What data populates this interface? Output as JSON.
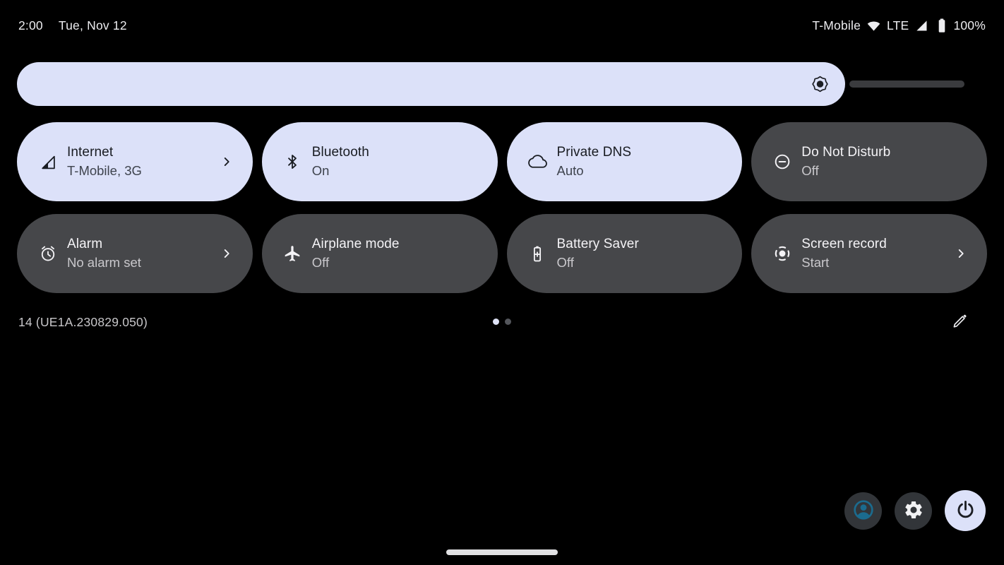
{
  "status_bar": {
    "time": "2:00",
    "date": "Tue, Nov 12",
    "carrier": "T-Mobile",
    "network_type": "LTE",
    "battery_percent": "100%",
    "icons": [
      "wifi-icon",
      "cellular-signal-icon",
      "battery-icon"
    ]
  },
  "brightness": {
    "level_percent": 87,
    "icon": "brightness-icon"
  },
  "tiles": [
    {
      "id": "internet",
      "icon": "cellular-signal-icon",
      "title": "Internet",
      "subtitle": "T-Mobile, 3G",
      "state": "active",
      "chevron": true
    },
    {
      "id": "bluetooth",
      "icon": "bluetooth-icon",
      "title": "Bluetooth",
      "subtitle": "On",
      "state": "active",
      "chevron": false
    },
    {
      "id": "private-dns",
      "icon": "cloud-icon",
      "title": "Private DNS",
      "subtitle": "Auto",
      "state": "active",
      "chevron": false
    },
    {
      "id": "do-not-disturb",
      "icon": "do-not-disturb-icon",
      "title": "Do Not Disturb",
      "subtitle": "Off",
      "state": "inactive",
      "chevron": false
    },
    {
      "id": "alarm",
      "icon": "alarm-clock-icon",
      "title": "Alarm",
      "subtitle": "No alarm set",
      "state": "inactive",
      "chevron": true
    },
    {
      "id": "airplane-mode",
      "icon": "airplane-icon",
      "title": "Airplane mode",
      "subtitle": "Off",
      "state": "inactive",
      "chevron": false
    },
    {
      "id": "battery-saver",
      "icon": "battery-plus-icon",
      "title": "Battery Saver",
      "subtitle": "Off",
      "state": "inactive",
      "chevron": false
    },
    {
      "id": "screen-record",
      "icon": "record-icon",
      "title": "Screen record",
      "subtitle": "Start",
      "state": "inactive",
      "chevron": true
    }
  ],
  "footer": {
    "build": "14 (UE1A.230829.050)",
    "page_count": 2,
    "active_page": 1
  },
  "quick_actions": [
    "user-switcher",
    "settings",
    "power"
  ],
  "colors": {
    "background": "#000000",
    "tile_active": "#dce1f9",
    "tile_inactive": "#46474a",
    "slider_track": "#3a3b3e",
    "avatar_icon_teal": "#1b6b8e",
    "status_text": "#ededf0"
  }
}
